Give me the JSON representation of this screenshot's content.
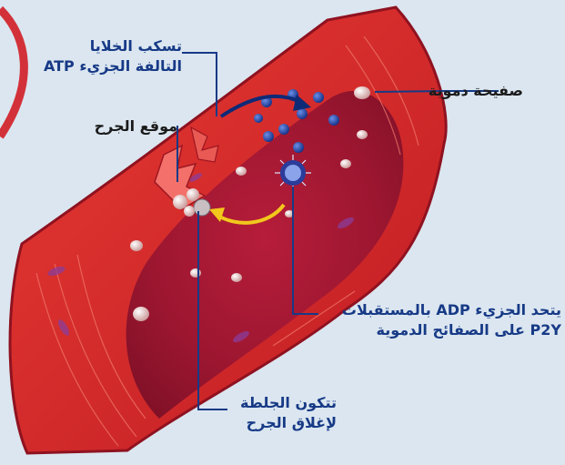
{
  "labels": {
    "damaged_cells": {
      "line1": "تسكب الخلايا",
      "line2": "التالفة الجزيء ATP"
    },
    "wound_site": "موقع الجرح",
    "platelet": "صفيحة دموية",
    "adp_binding": {
      "line1": "يتحد الجزيء ADP بالمستقبلات",
      "line2": "P2Y على الصفائح الدموية"
    },
    "clot_forms": {
      "line1": "تتكون الجلطة",
      "line2": "لإغلاق الجرح"
    }
  },
  "colors": {
    "background": "#dbe6f0",
    "vessel_outer": "#d8242b",
    "vessel_inner": "#b21a33",
    "leader_line": "#173a86",
    "atp_molecule": "#1e44a8",
    "platelet": "#e4c7c6",
    "yellow_arrow": "#f2c81c",
    "text_primary": "#173a86",
    "text_dark": "#1b1b1b"
  },
  "icons": [
    "atp-molecule-icon",
    "platelet-icon",
    "activated-platelet-icon",
    "yellow-arrow-icon",
    "blue-curved-arrow-icon"
  ]
}
